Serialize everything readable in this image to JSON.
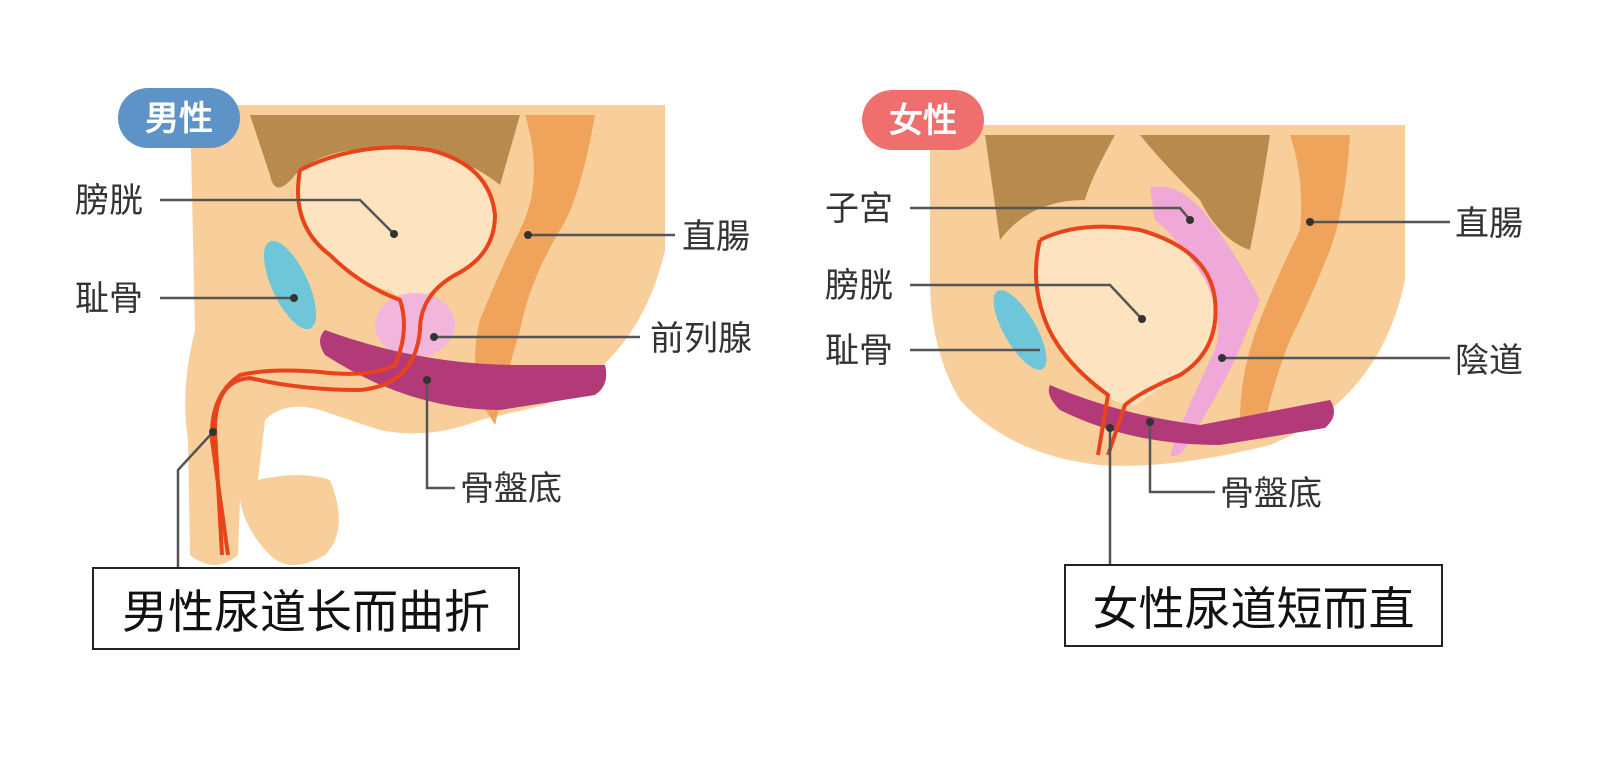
{
  "colors": {
    "skin": "#f8cf9a",
    "skin_light": "#fde3bf",
    "bone_brown": "#b88a4e",
    "rectum": "#f0a35a",
    "pubis": "#6fc6d8",
    "pelvic_floor": "#b23a78",
    "prostate": "#f2b6dc",
    "uterus": "#f0a8d8",
    "urethra": "#e8431a",
    "male_badge": "#5d93c7",
    "female_badge": "#ef6f6f"
  },
  "male": {
    "badge": "男性",
    "labels": {
      "bladder": "膀胱",
      "pubis": "耻骨",
      "rectum": "直腸",
      "prostate": "前列腺",
      "pelvic_floor": "骨盤底"
    },
    "caption": "男性尿道长而曲折"
  },
  "female": {
    "badge": "女性",
    "labels": {
      "uterus": "子宮",
      "bladder": "膀胱",
      "pubis": "耻骨",
      "rectum": "直腸",
      "vagina": "陰道",
      "pelvic_floor": "骨盤底"
    },
    "caption": "女性尿道短而直"
  }
}
